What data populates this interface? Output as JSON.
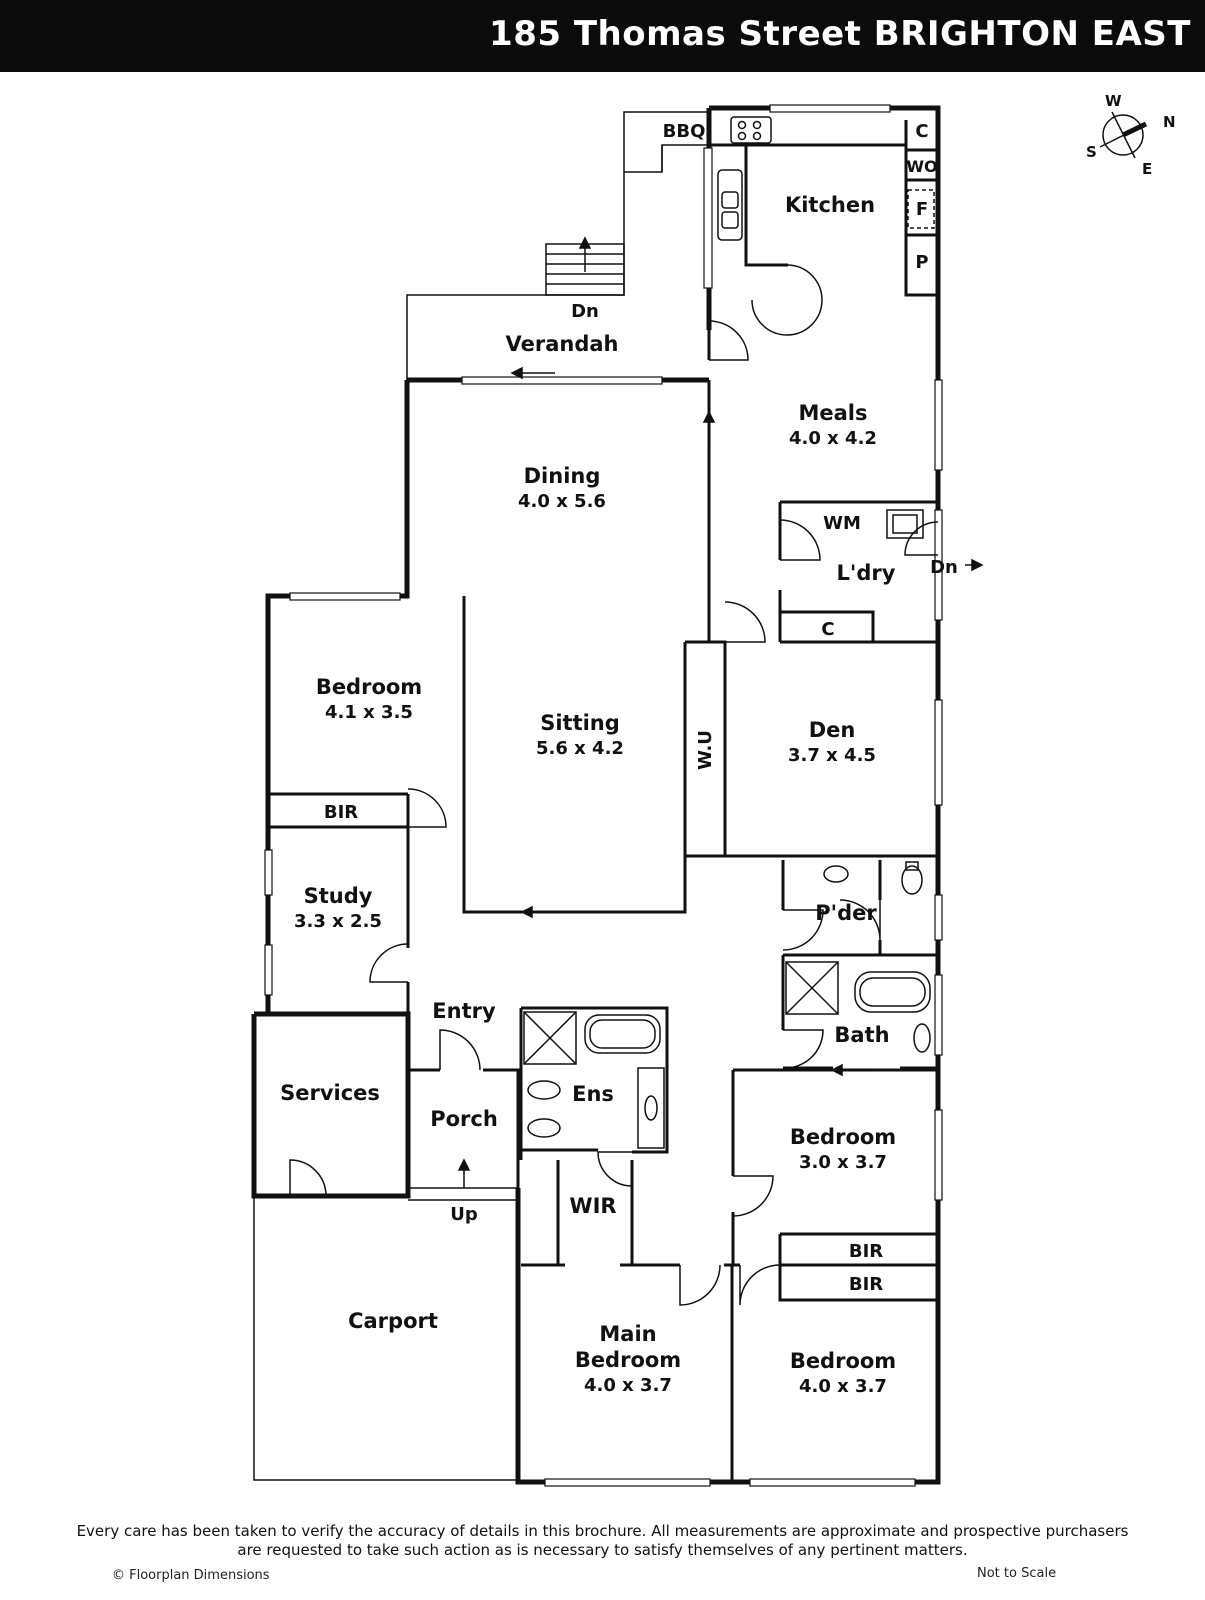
{
  "header": {
    "address": "185 Thomas Street BRIGHTON EAST",
    "background": "#0b0b0b"
  },
  "compass": {
    "north": "N",
    "south": "S",
    "east": "E",
    "west": "W"
  },
  "rooms": {
    "kitchen": {
      "name": "Kitchen"
    },
    "verandah": {
      "name": "Verandah"
    },
    "meals": {
      "name": "Meals",
      "size": "4.0 x 4.2"
    },
    "dining": {
      "name": "Dining",
      "size": "4.0 x 5.6"
    },
    "laundry": {
      "name": "L'dry"
    },
    "bedroom_west": {
      "name": "Bedroom",
      "size": "4.1 x 3.5"
    },
    "sitting": {
      "name": "Sitting",
      "size": "5.6 x 4.2"
    },
    "den": {
      "name": "Den",
      "size": "3.7 x 4.5"
    },
    "study": {
      "name": "Study",
      "size": "3.3 x 2.5"
    },
    "powder": {
      "name": "P'der"
    },
    "entry": {
      "name": "Entry"
    },
    "services": {
      "name": "Services"
    },
    "porch": {
      "name": "Porch"
    },
    "ensuite": {
      "name": "Ens"
    },
    "bath": {
      "name": "Bath"
    },
    "bedroom_middle": {
      "name": "Bedroom",
      "size": "3.0 x 3.7"
    },
    "wir": {
      "name": "WIR"
    },
    "carport": {
      "name": "Carport"
    },
    "main_bedroom": {
      "name_line1": "Main",
      "name_line2": "Bedroom",
      "size": "4.0 x 3.7"
    },
    "bedroom_east": {
      "name": "Bedroom",
      "size": "4.0 x 3.7"
    }
  },
  "fixtures": {
    "bbq": "BBQ",
    "cupboard_kitchen": "C",
    "wall_oven": "WO",
    "fridge": "F",
    "pantry": "P",
    "washing_machine": "WM",
    "cupboard_laundry": "C",
    "wall_unit": "W.U",
    "bir_west": "BIR",
    "bir_middle": "BIR",
    "bir_east": "BIR",
    "dn_verandah": "Dn",
    "dn_laundry": "Dn",
    "up_porch": "Up"
  },
  "footer": {
    "disclaimer_line1": "Every care has been taken to verify the accuracy of details in this brochure. All measurements are approximate and prospective purchasers",
    "disclaimer_line2": "are requested to take such action as is necessary to satisfy themselves of any pertinent matters.",
    "credit": "© Floorplan Dimensions",
    "scale_note": "Not to Scale"
  }
}
